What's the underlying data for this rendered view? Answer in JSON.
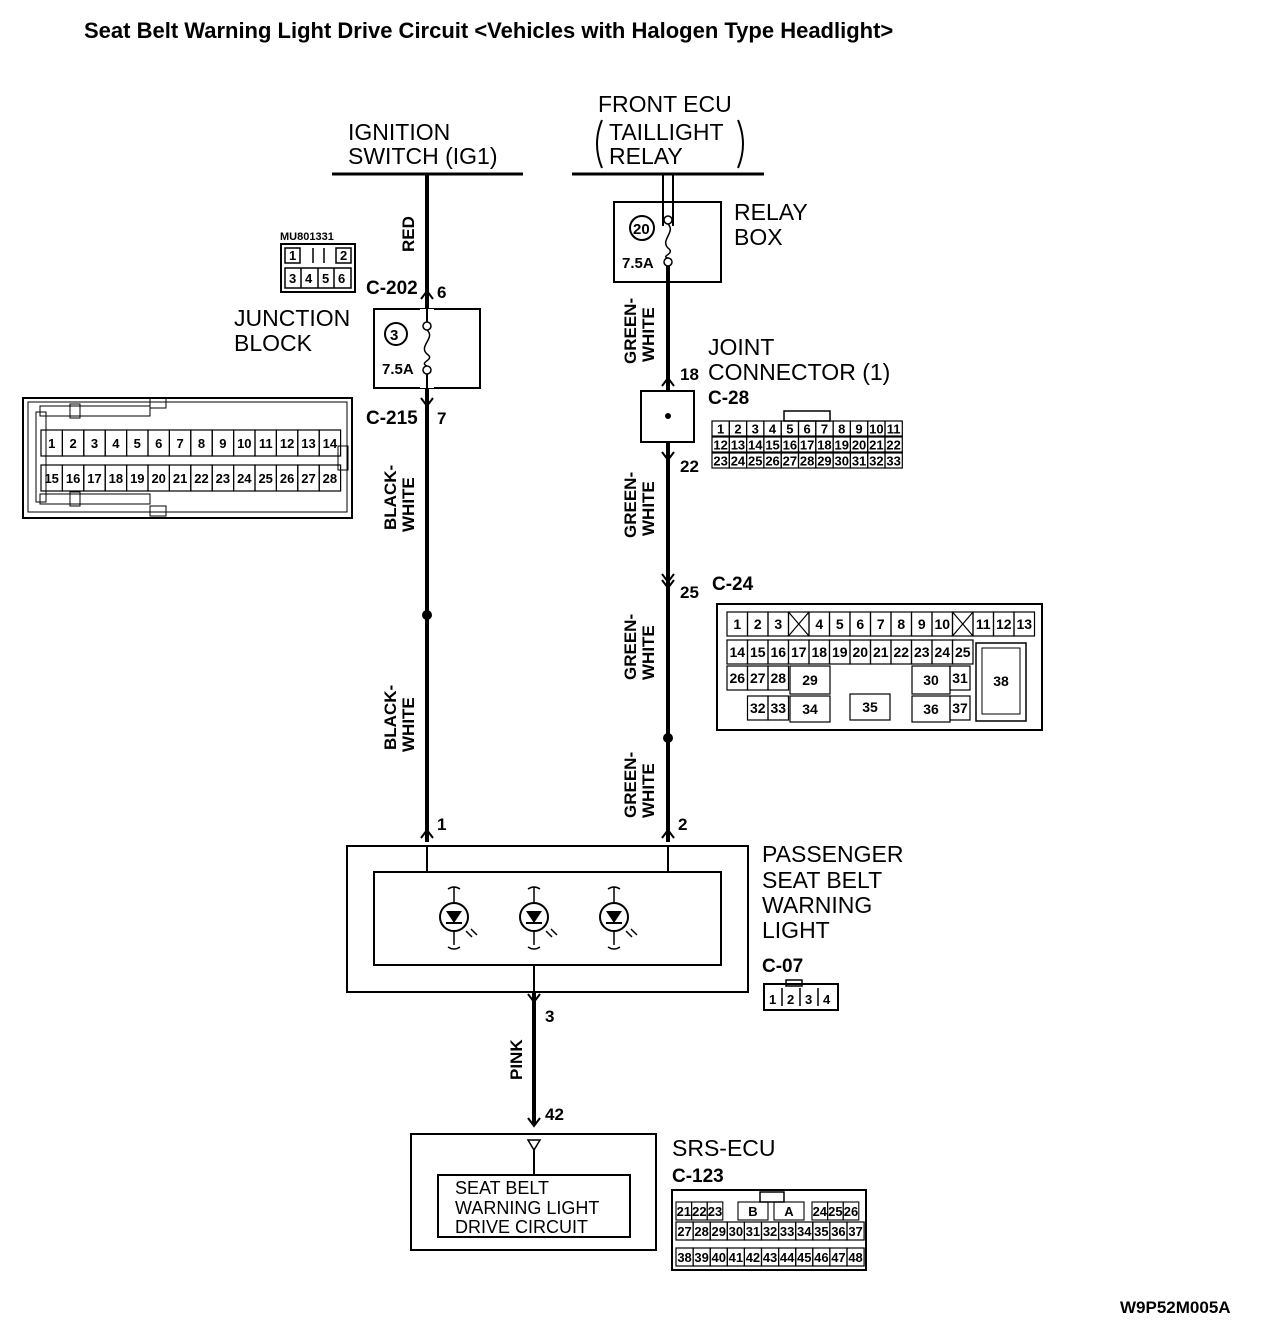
{
  "title": "Seat Belt Warning Light Drive Circuit <Vehicles with Halogen Type Headlight>",
  "ignition": {
    "line1": "IGNITION",
    "line2": "SWITCH (IG1)"
  },
  "front_ecu": {
    "line1": "FRONT ECU",
    "line2": "TAILLIGHT",
    "line3": "RELAY"
  },
  "relay_box": {
    "line1": "RELAY",
    "line2": "BOX",
    "fuse_no": "20",
    "rating": "7.5A"
  },
  "junction_block": {
    "line1": "JUNCTION",
    "line2": "BLOCK",
    "fuse_no": "3",
    "rating": "7.5A",
    "part_no": "MU801331"
  },
  "joint_connector": {
    "line1": "JOINT",
    "line2": "CONNECTOR (1)"
  },
  "connectors": {
    "c202": "C-202",
    "c215": "C-215",
    "c28": "C-28",
    "c24": "C-24",
    "c07": "C-07",
    "c123": "C-123"
  },
  "pins": {
    "c202": "6",
    "c215": "7",
    "jc_in": "18",
    "jc_out": "22",
    "c24": "25",
    "light_left": "1",
    "light_right": "2",
    "light_out": "3",
    "srs_in": "42"
  },
  "wires": {
    "red": "RED",
    "black_white_1": "BLACK-",
    "black_white_2": "WHITE",
    "green_white_1": "GREEN-",
    "green_white_2": "WHITE",
    "pink": "PINK"
  },
  "passenger_light": {
    "line1": "PASSENGER",
    "line2": "SEAT BELT",
    "line3": "WARNING",
    "line4": "LIGHT"
  },
  "srs_ecu": {
    "name": "SRS-ECU",
    "line1": "SEAT BELT",
    "line2": "WARNING LIGHT",
    "line3": "DRIVE CIRCUIT"
  },
  "mu_face": {
    "top": [
      "1",
      "",
      "2"
    ],
    "bottom": [
      "3",
      "4",
      "5",
      "6"
    ]
  },
  "c215_face": {
    "row1": [
      "1",
      "2",
      "3",
      "4",
      "5",
      "6",
      "7",
      "8",
      "9",
      "10",
      "11",
      "12",
      "13",
      "14"
    ],
    "row2": [
      "15",
      "16",
      "17",
      "18",
      "19",
      "20",
      "21",
      "22",
      "23",
      "24",
      "25",
      "26",
      "27",
      "28"
    ]
  },
  "c28_face": {
    "row1": [
      "1",
      "2",
      "3",
      "4",
      "5",
      "6",
      "7",
      "8",
      "9",
      "10",
      "11"
    ],
    "row2": [
      "12",
      "13",
      "14",
      "15",
      "16",
      "17",
      "18",
      "19",
      "20",
      "21",
      "22"
    ],
    "row3": [
      "23",
      "24",
      "25",
      "26",
      "27",
      "28",
      "29",
      "30",
      "31",
      "32",
      "33"
    ]
  },
  "c24_face": {
    "row1": [
      "1",
      "2",
      "3",
      "",
      "4",
      "5",
      "6",
      "7",
      "8",
      "9",
      "10",
      "",
      "11",
      "12",
      "13"
    ],
    "row2": [
      "14",
      "15",
      "16",
      "17",
      "18",
      "19",
      "20",
      "21",
      "22",
      "23",
      "24",
      "25"
    ],
    "row3": [
      "26",
      "27",
      "28",
      "29",
      "30",
      "31",
      "38"
    ],
    "row4": [
      "32",
      "33",
      "34",
      "35",
      "36",
      "37"
    ]
  },
  "c07_face": [
    "1",
    "2",
    "3",
    "4"
  ],
  "c123_face": {
    "row1": [
      "21",
      "22",
      "23",
      "B",
      "A",
      "24",
      "25",
      "26"
    ],
    "row2": [
      "27",
      "28",
      "29",
      "30",
      "31",
      "32",
      "33",
      "34",
      "35",
      "36",
      "37"
    ],
    "row3": [
      "38",
      "39",
      "40",
      "41",
      "42",
      "43",
      "44",
      "45",
      "46",
      "47",
      "48"
    ]
  },
  "drawing_code": "W9P52M005A"
}
